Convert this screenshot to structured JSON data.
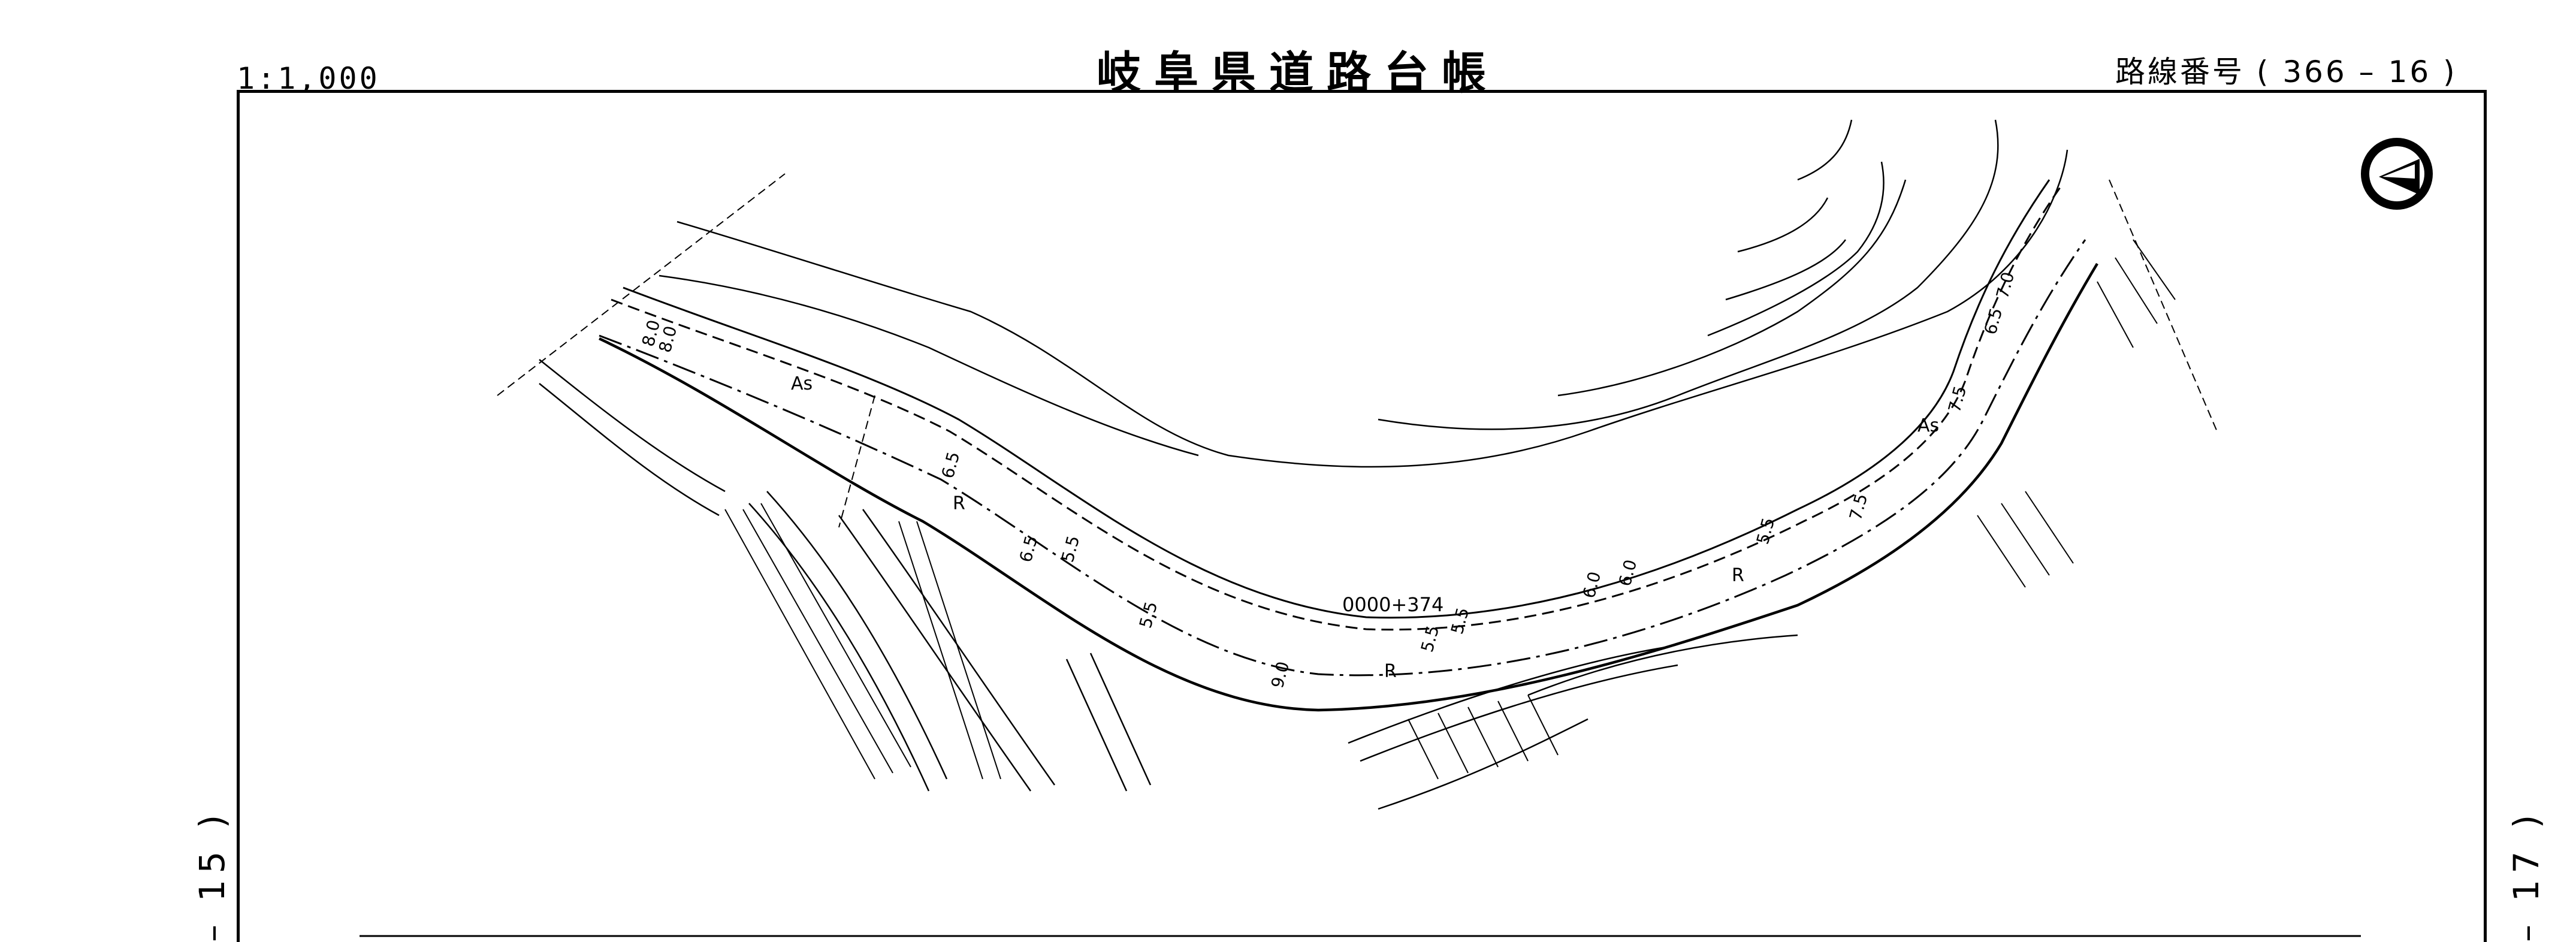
{
  "header": {
    "scale": "1:1,000",
    "title": "岐阜県道路台帳",
    "route_label": "路線番号",
    "route_open": "(",
    "route_no": "366",
    "route_sep": "–",
    "sheet_no": "16",
    "route_close": ")"
  },
  "adjacent": {
    "prev": "– 15 )",
    "next": "– 17 )"
  },
  "map": {
    "surface_labels": [
      "As",
      "As"
    ],
    "side_labels": [
      "R",
      "R",
      "R"
    ],
    "station": "0000+374",
    "widths": [
      "8.0",
      "8.0",
      "6.5",
      "6.5",
      "5.5",
      "5.5",
      "9.0",
      "5.5",
      "5.5",
      "6.0",
      "6.0",
      "5.5",
      "7.5",
      "7.5",
      "6.5",
      "7.0"
    ]
  },
  "colors": {
    "ink": "#000000",
    "paper": "#ffffff"
  },
  "icons": {
    "north_arrow": "north-arrow-icon"
  }
}
